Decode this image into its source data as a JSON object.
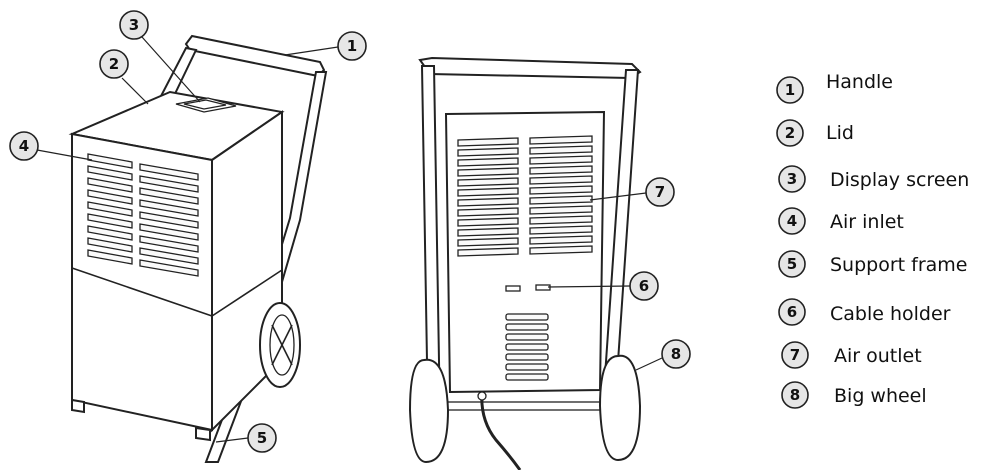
{
  "callouts": [
    {
      "num": "1",
      "label": "Handle"
    },
    {
      "num": "2",
      "label": "Lid"
    },
    {
      "num": "3",
      "label": "Display screen"
    },
    {
      "num": "4",
      "label": "Air inlet"
    },
    {
      "num": "5",
      "label": "Support frame"
    },
    {
      "num": "6",
      "label": "Cable holder"
    },
    {
      "num": "7",
      "label": "Air outlet"
    },
    {
      "num": "8",
      "label": "Big wheel"
    }
  ]
}
